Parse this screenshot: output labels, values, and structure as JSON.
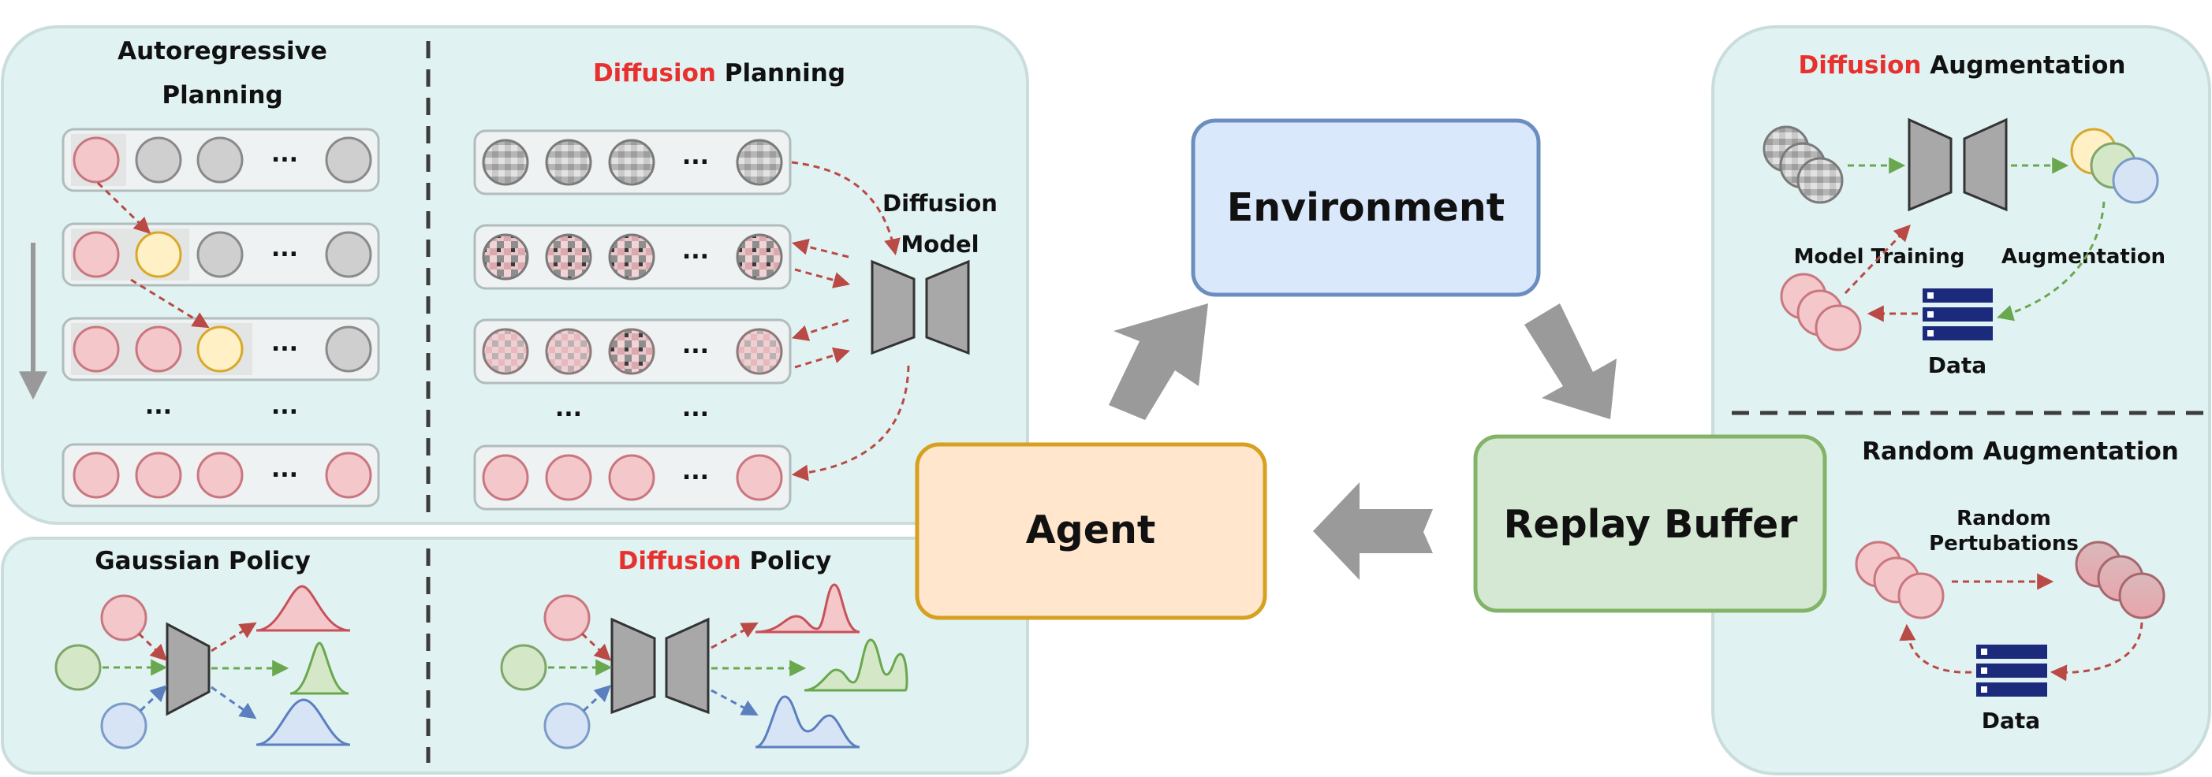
{
  "planning": {
    "autoregressive_line1": "Autoregressive",
    "autoregressive_line2": "Planning",
    "diffusion_word": "Diffusion",
    "diffusion_rest": " Planning",
    "model_line1": "Diffusion",
    "model_line2": "Model",
    "ellipsis": "..."
  },
  "policy": {
    "gaussian": "Gaussian Policy",
    "diffusion_word": "Diffusion",
    "diffusion_rest": " Policy"
  },
  "center": {
    "environment": "Environment",
    "agent": "Agent",
    "replay_buffer": "Replay Buffer"
  },
  "augmentation": {
    "diffusion_word": "Diffusion",
    "diffusion_rest": " Augmentation",
    "model_training": "Model Training",
    "augmentation": "Augmentation",
    "data": "Data",
    "random_title": "Random Augmentation",
    "random_line1": "Random",
    "random_line2": "Pertubations",
    "data2": "Data"
  },
  "colors": {
    "panel_fill": "#e0f2f2",
    "panel_stroke": "#c9dcdc",
    "red_accent": "#e8312f",
    "node_red": "#f4c7cb",
    "node_gray": "#cfcfcf",
    "node_yellow": "#fff0c6",
    "node_green": "#d4e8c8",
    "node_blue": "#d6e4f6",
    "env_fill": "#dae8fc",
    "agent_fill": "#ffe6cc",
    "buffer_fill": "#d5e8d4",
    "arrow_gray": "#9a9a9a",
    "data_navy": "#1b2a7a"
  },
  "icons": [
    "stack-icon",
    "encoder-decoder-icon",
    "gaussian-curve-icon",
    "block-arrow-icon",
    "noise-node-icon"
  ]
}
